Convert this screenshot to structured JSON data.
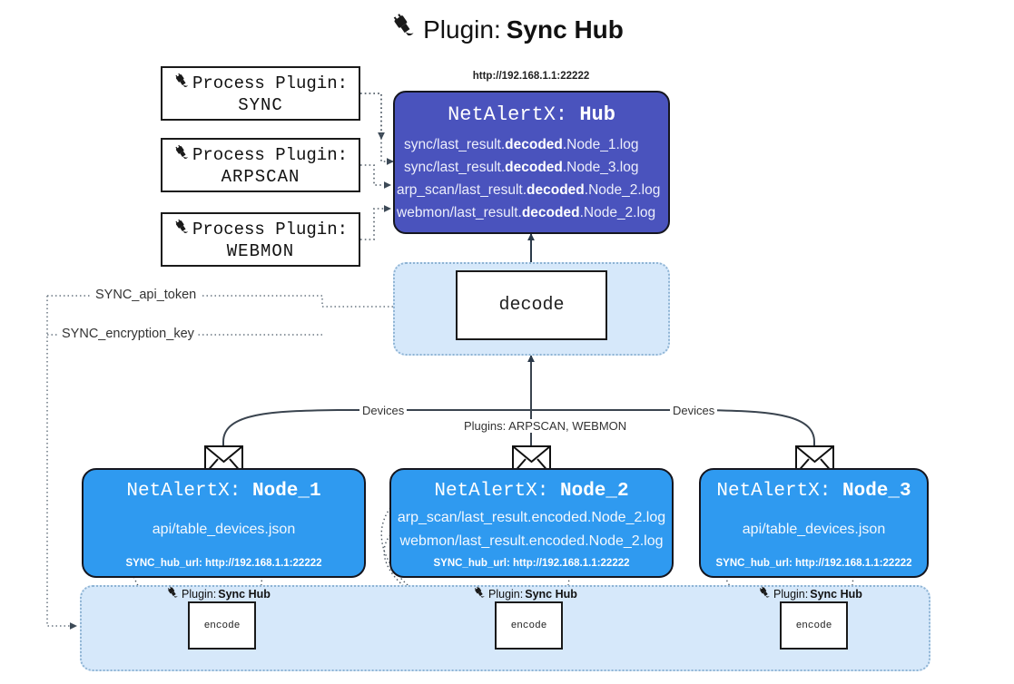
{
  "title": {
    "icon": "plug-icon",
    "prefix": "Plugin:",
    "name": "Sync Hub"
  },
  "process_plugins": [
    {
      "icon": "plug-icon",
      "caption": "Process Plugin:",
      "name": "SYNC"
    },
    {
      "icon": "plug-icon",
      "caption": "Process Plugin:",
      "name": "ARPSCAN"
    },
    {
      "icon": "plug-icon",
      "caption": "Process Plugin:",
      "name": "WEBMON"
    }
  ],
  "hub": {
    "url_label": "http://192.168.1.1:22222",
    "title_prefix": "NetAlertX:",
    "title_name": "Hub",
    "logs": [
      {
        "pre": "sync/last_result.",
        "em": "decoded",
        "post": ".Node_1.log"
      },
      {
        "pre": "sync/last_result.",
        "em": "decoded",
        "post": ".Node_3.log"
      },
      {
        "pre": "arp_scan/last_result.",
        "em": "decoded",
        "post": ".Node_2.log"
      },
      {
        "pre": "webmon/last_result.",
        "em": "decoded",
        "post": ".Node_2.log"
      }
    ]
  },
  "decode": {
    "label": "decode"
  },
  "secrets": [
    {
      "label": "SYNC_api_token"
    },
    {
      "label": "SYNC_encryption_key"
    }
  ],
  "edge_labels": {
    "devices_left": "Devices",
    "devices_right": "Devices",
    "plugins_center": "Plugins: ARPSCAN, WEBMON"
  },
  "nodes": [
    {
      "icon": "envelope-icon",
      "title_prefix": "NetAlertX:",
      "title_name": "Node_1",
      "lines": [
        "api/table_devices.json"
      ],
      "footer": "SYNC_hub_url: http://192.168.1.1:22222"
    },
    {
      "icon": "envelope-icon",
      "title_prefix": "NetAlertX:",
      "title_name": "Node_2",
      "lines": [
        "arp_scan/last_result.encoded.Node_2.log",
        "webmon/last_result.encoded.Node_2.log"
      ],
      "footer": "SYNC_hub_url: http://192.168.1.1:22222"
    },
    {
      "icon": "envelope-icon",
      "title_prefix": "NetAlertX:",
      "title_name": "Node_3",
      "lines": [
        "api/table_devices.json"
      ],
      "footer": "SYNC_hub_url: http://192.168.1.1:22222"
    }
  ],
  "encoders": [
    {
      "icon": "plug-icon",
      "caption_prefix": "Plugin:",
      "caption_name": "Sync Hub",
      "label": "encode"
    },
    {
      "icon": "plug-icon",
      "caption_prefix": "Plugin:",
      "caption_name": "Sync Hub",
      "label": "encode"
    },
    {
      "icon": "plug-icon",
      "caption_prefix": "Plugin:",
      "caption_name": "Sync Hub",
      "label": "encode"
    }
  ],
  "colors": {
    "hub_fill": "#4a53bd",
    "node_fill": "#2f9af0",
    "container_fill": "#d6e8fa",
    "stroke": "#333333"
  }
}
